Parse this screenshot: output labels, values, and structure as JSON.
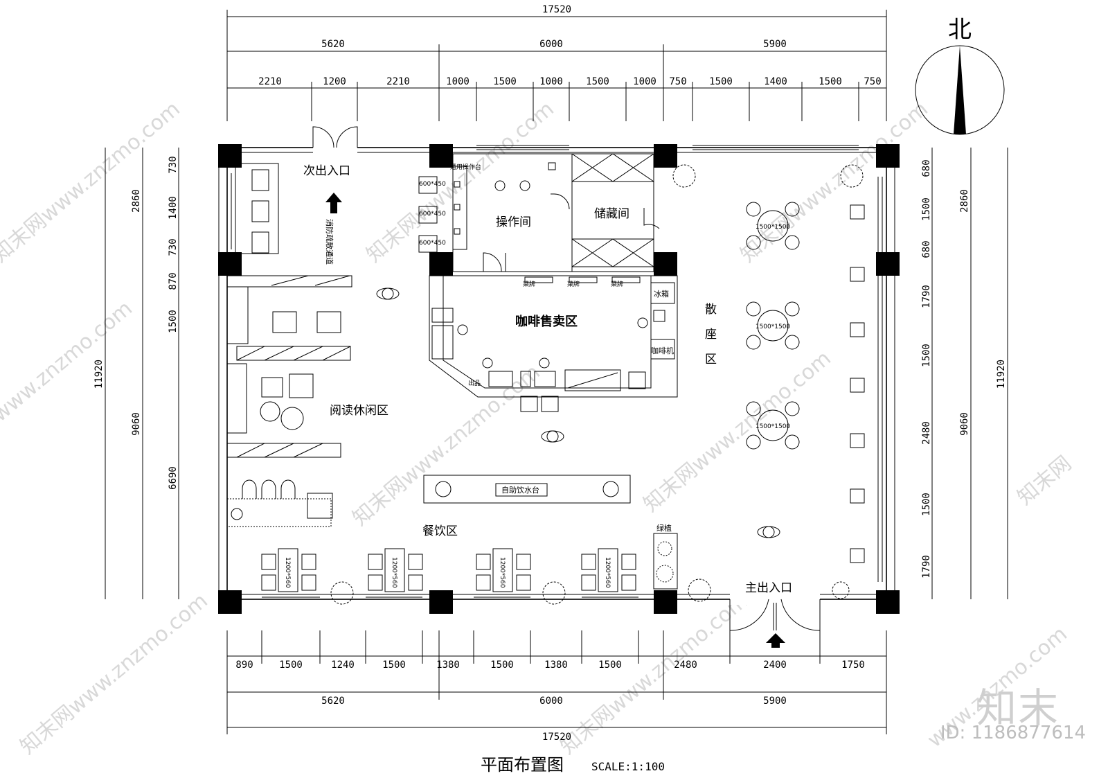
{
  "drawing": {
    "title": "平面布置图",
    "scale": "SCALE:1:100",
    "north_label": "北"
  },
  "dimensions": {
    "top_total": "17520",
    "top_mid": [
      "5620",
      "6000",
      "5900"
    ],
    "top_detail": [
      "2210",
      "1200",
      "2210",
      "1000",
      "1500",
      "1000",
      "1500",
      "1000",
      "750",
      "1500",
      "1400",
      "1500",
      "750"
    ],
    "bottom_total": "17520",
    "bottom_mid": [
      "5620",
      "6000",
      "5900"
    ],
    "bottom_detail": [
      "890",
      "1500",
      "1240",
      "1500",
      "1380",
      "1500",
      "1380",
      "1500",
      "2480",
      "2400",
      "1750"
    ],
    "left_total": "11920",
    "left_mid": [
      "2860",
      "9060"
    ],
    "left_detail": [
      "730",
      "1400",
      "730",
      "870",
      "1500",
      "6690"
    ],
    "right_total": "11920",
    "right_mid": [
      "2860",
      "9060"
    ],
    "right_detail": [
      "680",
      "1500",
      "680",
      "1790",
      "1500",
      "2480",
      "1500",
      "1790"
    ]
  },
  "rooms": {
    "secondary_entrance": "次出入口",
    "fire_exit": "消防疏散通道",
    "operation_room": "操作间",
    "storage_room": "储藏间",
    "coffee_sales": "咖啡售卖区",
    "loose_seating_1": "散",
    "loose_seating_2": "座",
    "loose_seating_3": "区",
    "reading_lounge": "阅读休闲区",
    "dining_area": "餐饮区",
    "main_entrance": "主出入口",
    "water_station": "自助饮水台",
    "green_plant": "绿植"
  },
  "labels": {
    "menu": "菜牌",
    "fridge": "冰箱",
    "coffee_machine": "咖啡机",
    "pickup": "出品",
    "prep_counter": "通用操作台",
    "round_table": "1500*1500",
    "rect_table": "1200*560",
    "shelf": "600*450"
  },
  "brand": {
    "logo": "知末",
    "id": "ID: 1186877614"
  }
}
